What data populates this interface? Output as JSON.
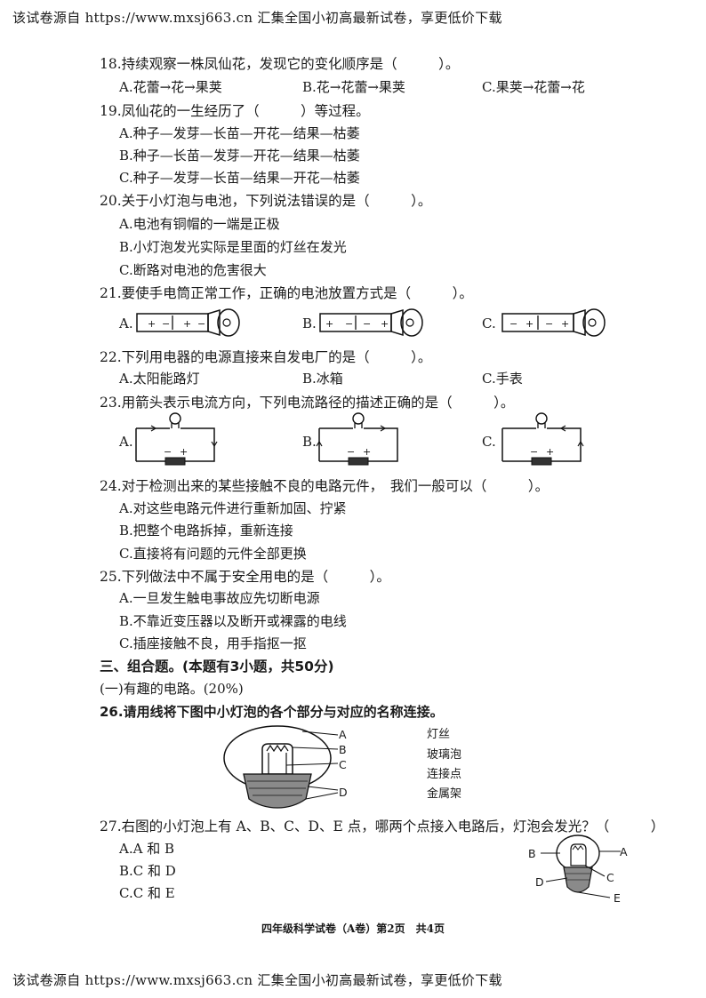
{
  "banner": "该试卷源自 https://www.mxsj663.cn 汇集全国小初高最新试卷，享更低价下载",
  "questions": {
    "q18": {
      "stem": "18.持续观察一株凤仙花，发现它的变化顺序是（　　　）。",
      "a": "A.花蕾→花→果荚",
      "b": "B.花→花蕾→果荚",
      "c": "C.果荚→花蕾→花"
    },
    "q19": {
      "stem": "19.凤仙花的一生经历了（　　　）等过程。",
      "a": "A.种子—发芽—长苗—开花—结果—枯萎",
      "b": "B.种子—长苗—发芽—开花—结果—枯萎",
      "c": "C.种子—发芽—长苗—结果—开花—枯萎"
    },
    "q20": {
      "stem": "20.关于小灯泡与电池，下列说法错误的是（　　　）。",
      "a": "A.电池有铜帽的一端是正极",
      "b": "B.小灯泡发光实际是里面的灯丝在发光",
      "c": "C.断路对电池的危害很大"
    },
    "q21": {
      "stem": "21.要使手电筒正常工作，正确的电池放置方式是（　　　）。",
      "a": "A.",
      "b": "B.",
      "c": "C."
    },
    "q22": {
      "stem": "22.下列用电器的电源直接来自发电厂的是（　　　）。",
      "a": "A.太阳能路灯",
      "b": "B.冰箱",
      "c": "C.手表"
    },
    "q23": {
      "stem": "23.用箭头表示电流方向，下列电流路径的描述正确的是（　　　）。",
      "a": "A.",
      "b": "B.",
      "c": "C."
    },
    "q24": {
      "stem": "24.对于检测出来的某些接触不良的电路元件，　我们一般可以（　　　）。",
      "a": "A.对这些电路元件进行重新加固、拧紧",
      "b": "B.把整个电路拆掉，重新连接",
      "c": "C.直接将有问题的元件全部更换"
    },
    "q25": {
      "stem": "25.下列做法中不属于安全用电的是（　　　）。",
      "a": "A.一旦发生触电事故应先切断电源",
      "b": "B.不靠近变压器以及断开或裸露的电线",
      "c": "C.插座接触不良，用手指抠一抠"
    }
  },
  "section3": {
    "title": "三、组合题。(本题有3小题，共50分)",
    "part1": "(一)有趣的电路。(20%)"
  },
  "q26": {
    "stem": "26.请用线将下图中小灯泡的各个部分与对应的名称连接。",
    "letters": [
      "A",
      "B",
      "C",
      "D"
    ],
    "names": [
      "灯丝",
      "玻璃泡",
      "连接点",
      "金属架"
    ]
  },
  "q27": {
    "stem": "27.右图的小灯泡上有 A、B、C、D、E 点，哪两个点接入电路后，灯泡会发光？（　　　）",
    "a": "A.A 和 B",
    "b": "B.C 和 D",
    "c": "C.C 和 E",
    "letters": [
      "A",
      "B",
      "C",
      "D",
      "E"
    ]
  },
  "battery_marks": {
    "plus": "+",
    "minus": "−"
  },
  "footer": "四年级科学试卷（A卷）第2页　共4页"
}
